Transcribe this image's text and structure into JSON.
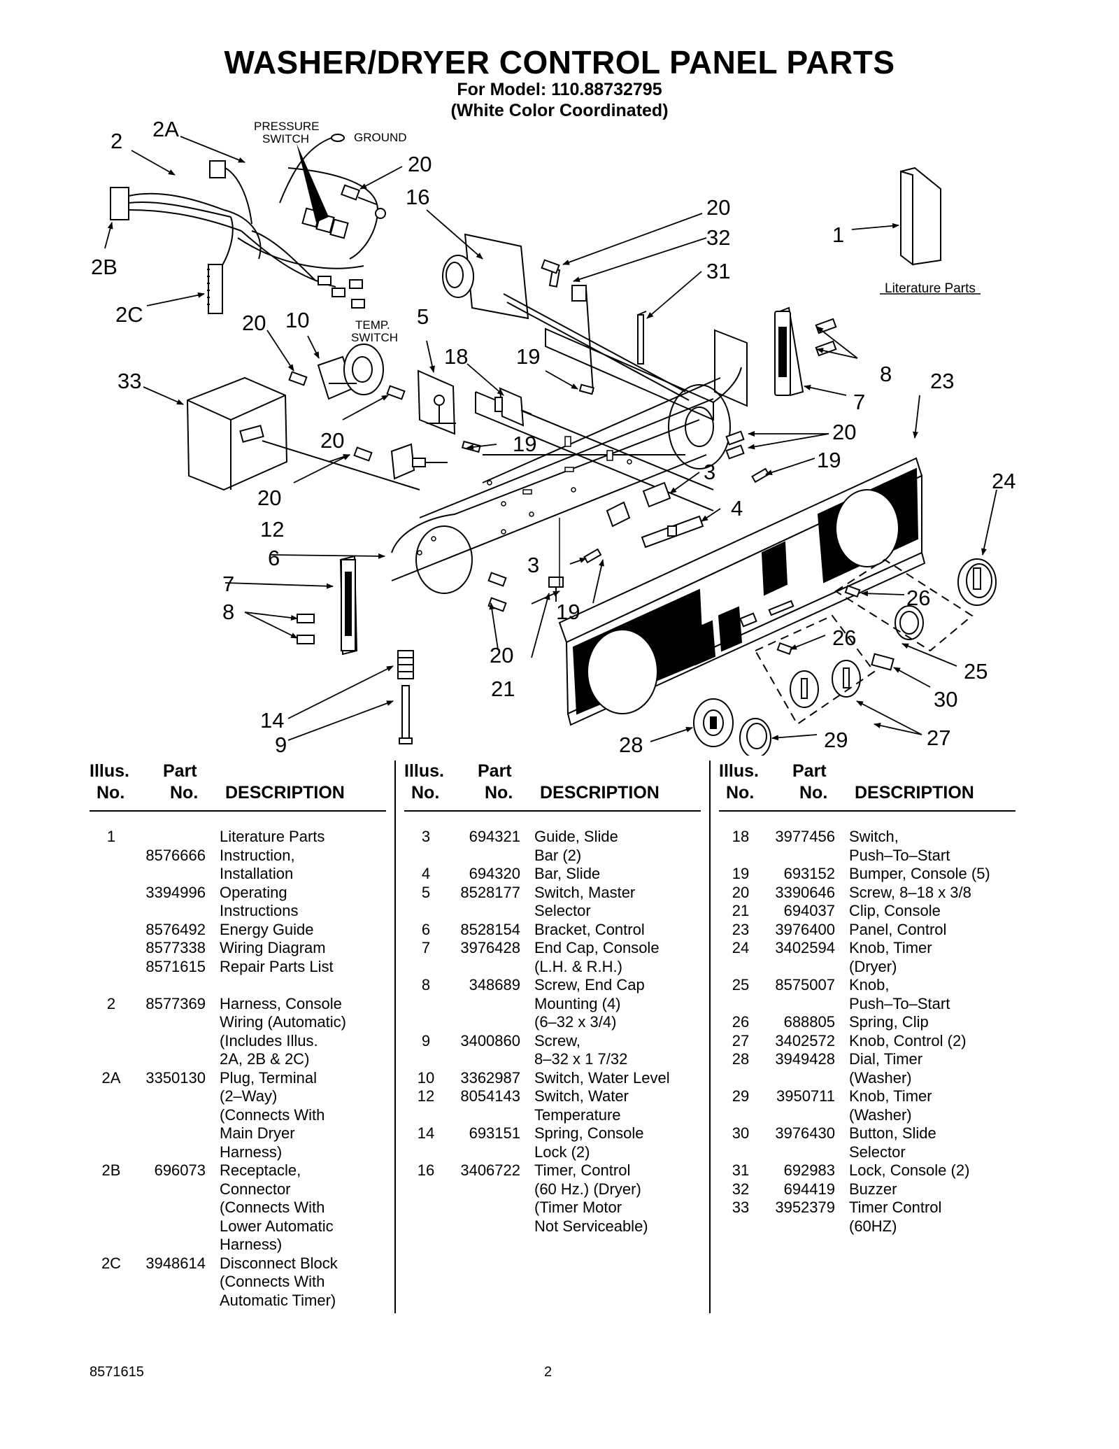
{
  "header": {
    "title": "WASHER/DRYER CONTROL PANEL PARTS",
    "model_line": "For Model: 110.88732795",
    "color_line": "(White Color Coordinated)"
  },
  "diagram": {
    "callouts": {
      "c2": "2",
      "c2A": "2A",
      "c2B": "2B",
      "c2C": "2C",
      "c1": "1",
      "c3a": "3",
      "c3b": "3",
      "c4": "4",
      "c5": "5",
      "c6": "6",
      "c7a": "7",
      "c7b": "7",
      "c8a": "8",
      "c8b": "8",
      "c9": "9",
      "c10": "10",
      "c12": "12",
      "c14": "14",
      "c16": "16",
      "c18": "18",
      "c19a": "19",
      "c19b": "19",
      "c19c": "19",
      "c19d": "19",
      "c20a": "20",
      "c20b": "20",
      "c20c": "20",
      "c20d": "20",
      "c20e": "20",
      "c20f": "20",
      "c20g": "20",
      "c21": "21",
      "c23": "23",
      "c24": "24",
      "c25": "25",
      "c26a": "26",
      "c26b": "26",
      "c27": "27",
      "c28": "28",
      "c29": "29",
      "c30": "30",
      "c31": "31",
      "c32": "32",
      "c33": "33"
    },
    "notes": {
      "pressure_1": "PRESSURE",
      "pressure_2": "SWITCH",
      "ground": "GROUND",
      "temp_1": "TEMP.",
      "temp_2": "SWITCH",
      "literature": "Literature Parts"
    }
  },
  "table": {
    "headers": {
      "illus_1": "Illus.",
      "illus_2": "No.",
      "part_1": "Part",
      "part_2": "No.",
      "desc": "DESCRIPTION"
    },
    "columns": [
      [
        {
          "illus": "1",
          "part": "",
          "desc": "Literature Parts"
        },
        {
          "illus": "",
          "part": "8576666",
          "desc": "Instruction,"
        },
        {
          "illus": "",
          "part": "",
          "desc": "Installation"
        },
        {
          "illus": "",
          "part": "3394996",
          "desc": "Operating"
        },
        {
          "illus": "",
          "part": "",
          "desc": "Instructions"
        },
        {
          "illus": "",
          "part": "8576492",
          "desc": "Energy Guide"
        },
        {
          "illus": "",
          "part": "8577338",
          "desc": "Wiring Diagram"
        },
        {
          "illus": "",
          "part": "8571615",
          "desc": "Repair Parts List"
        },
        {
          "illus": "",
          "part": "",
          "desc": ""
        },
        {
          "illus": "2",
          "part": "8577369",
          "desc": "Harness, Console"
        },
        {
          "illus": "",
          "part": "",
          "desc": "Wiring (Automatic)"
        },
        {
          "illus": "",
          "part": "",
          "desc": "(Includes Illus."
        },
        {
          "illus": "",
          "part": "",
          "desc": "2A, 2B & 2C)"
        },
        {
          "illus": "2A",
          "part": "3350130",
          "desc": "Plug, Terminal"
        },
        {
          "illus": "",
          "part": "",
          "desc": "(2–Way)"
        },
        {
          "illus": "",
          "part": "",
          "desc": "(Connects With"
        },
        {
          "illus": "",
          "part": "",
          "desc": "Main Dryer"
        },
        {
          "illus": "",
          "part": "",
          "desc": "Harness)"
        },
        {
          "illus": "2B",
          "part": "696073",
          "desc": "Receptacle,"
        },
        {
          "illus": "",
          "part": "",
          "desc": "Connector"
        },
        {
          "illus": "",
          "part": "",
          "desc": "(Connects With"
        },
        {
          "illus": "",
          "part": "",
          "desc": "Lower Automatic"
        },
        {
          "illus": "",
          "part": "",
          "desc": "Harness)"
        },
        {
          "illus": "2C",
          "part": "3948614",
          "desc": "Disconnect Block"
        },
        {
          "illus": "",
          "part": "",
          "desc": "(Connects With"
        },
        {
          "illus": "",
          "part": "",
          "desc": "Automatic Timer)"
        }
      ],
      [
        {
          "illus": "3",
          "part": "694321",
          "desc": "Guide, Slide"
        },
        {
          "illus": "",
          "part": "",
          "desc": "Bar (2)"
        },
        {
          "illus": "4",
          "part": "694320",
          "desc": "Bar, Slide"
        },
        {
          "illus": "5",
          "part": "8528177",
          "desc": "Switch, Master"
        },
        {
          "illus": "",
          "part": "",
          "desc": "Selector"
        },
        {
          "illus": "6",
          "part": "8528154",
          "desc": "Bracket, Control"
        },
        {
          "illus": "7",
          "part": "3976428",
          "desc": "End Cap, Console"
        },
        {
          "illus": "",
          "part": "",
          "desc": "(L.H. & R.H.)"
        },
        {
          "illus": "8",
          "part": "348689",
          "desc": "Screw, End Cap"
        },
        {
          "illus": "",
          "part": "",
          "desc": "Mounting (4)"
        },
        {
          "illus": "",
          "part": "",
          "desc": "(6–32 x 3/4)"
        },
        {
          "illus": "9",
          "part": "3400860",
          "desc": "Screw,"
        },
        {
          "illus": "",
          "part": "",
          "desc": "8–32 x 1 7/32"
        },
        {
          "illus": "10",
          "part": "3362987",
          "desc": "Switch, Water Level"
        },
        {
          "illus": "12",
          "part": "8054143",
          "desc": "Switch, Water"
        },
        {
          "illus": "",
          "part": "",
          "desc": "Temperature"
        },
        {
          "illus": "14",
          "part": "693151",
          "desc": "Spring, Console"
        },
        {
          "illus": "",
          "part": "",
          "desc": "Lock (2)"
        },
        {
          "illus": "16",
          "part": "3406722",
          "desc": "Timer, Control"
        },
        {
          "illus": "",
          "part": "",
          "desc": "(60 Hz.) (Dryer)"
        },
        {
          "illus": "",
          "part": "",
          "desc": "(Timer Motor"
        },
        {
          "illus": "",
          "part": "",
          "desc": "Not Serviceable)"
        }
      ],
      [
        {
          "illus": "18",
          "part": "3977456",
          "desc": "Switch,"
        },
        {
          "illus": "",
          "part": "",
          "desc": "Push–To–Start"
        },
        {
          "illus": "19",
          "part": "693152",
          "desc": "Bumper, Console (5)"
        },
        {
          "illus": "20",
          "part": "3390646",
          "desc": "Screw, 8–18 x 3/8"
        },
        {
          "illus": "21",
          "part": "694037",
          "desc": "Clip, Console"
        },
        {
          "illus": "23",
          "part": "3976400",
          "desc": "Panel, Control"
        },
        {
          "illus": "24",
          "part": "3402594",
          "desc": "Knob, Timer"
        },
        {
          "illus": "",
          "part": "",
          "desc": "(Dryer)"
        },
        {
          "illus": "25",
          "part": "8575007",
          "desc": "Knob,"
        },
        {
          "illus": "",
          "part": "",
          "desc": "Push–To–Start"
        },
        {
          "illus": "26",
          "part": "688805",
          "desc": "Spring, Clip"
        },
        {
          "illus": "27",
          "part": "3402572",
          "desc": "Knob, Control (2)"
        },
        {
          "illus": "28",
          "part": "3949428",
          "desc": "Dial, Timer"
        },
        {
          "illus": "",
          "part": "",
          "desc": "(Washer)"
        },
        {
          "illus": "29",
          "part": "3950711",
          "desc": "Knob, Timer"
        },
        {
          "illus": "",
          "part": "",
          "desc": "(Washer)"
        },
        {
          "illus": "30",
          "part": "3976430",
          "desc": "Button, Slide"
        },
        {
          "illus": "",
          "part": "",
          "desc": "Selector"
        },
        {
          "illus": "31",
          "part": "692983",
          "desc": "Lock, Console (2)"
        },
        {
          "illus": "32",
          "part": "694419",
          "desc": "Buzzer"
        },
        {
          "illus": "33",
          "part": "3952379",
          "desc": "Timer Control"
        },
        {
          "illus": "",
          "part": "",
          "desc": "(60HZ)"
        }
      ]
    ]
  },
  "footer": {
    "doc_number": "8571615",
    "page_number": "2"
  }
}
